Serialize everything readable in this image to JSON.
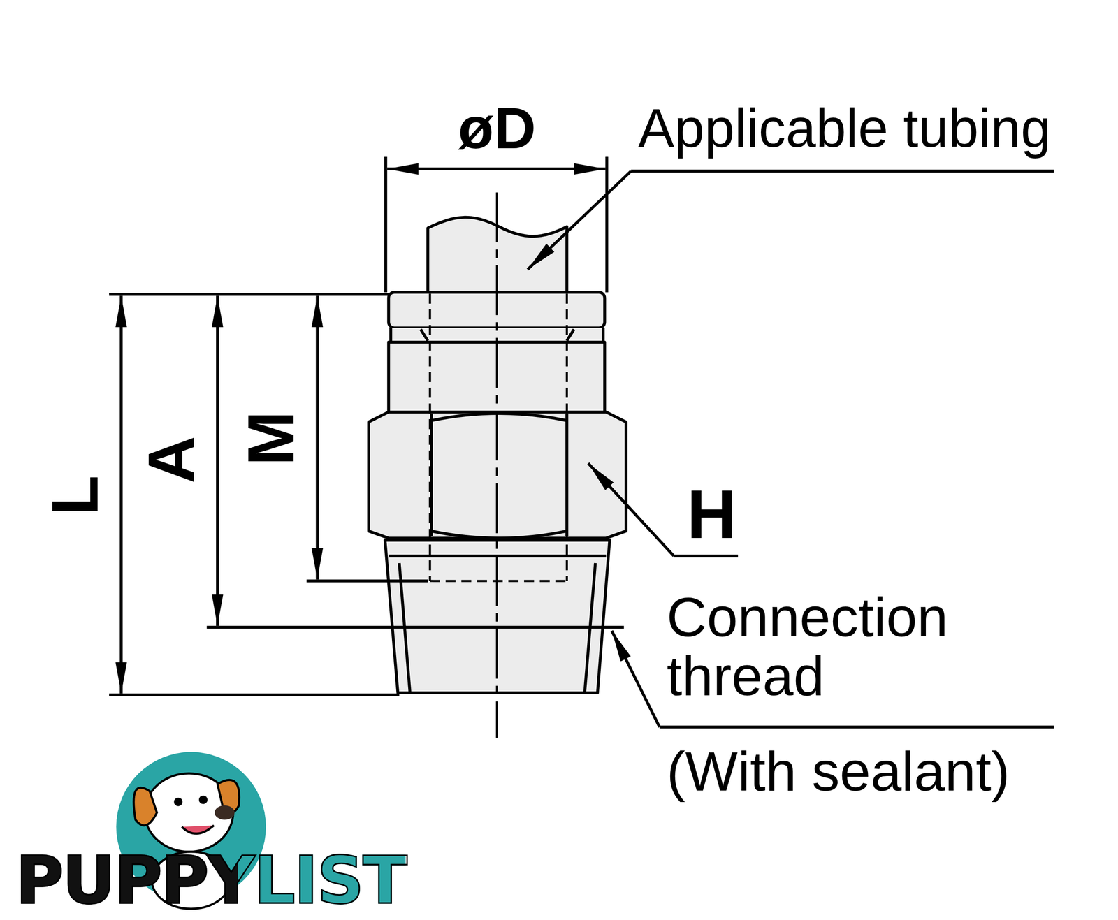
{
  "diagram": {
    "labels": [
      "øD",
      "Applicable tubing",
      "L",
      "A",
      "M",
      "H",
      "Connection thread",
      "(With sealant)",
      "PUPPYLIST"
    ]
  }
}
